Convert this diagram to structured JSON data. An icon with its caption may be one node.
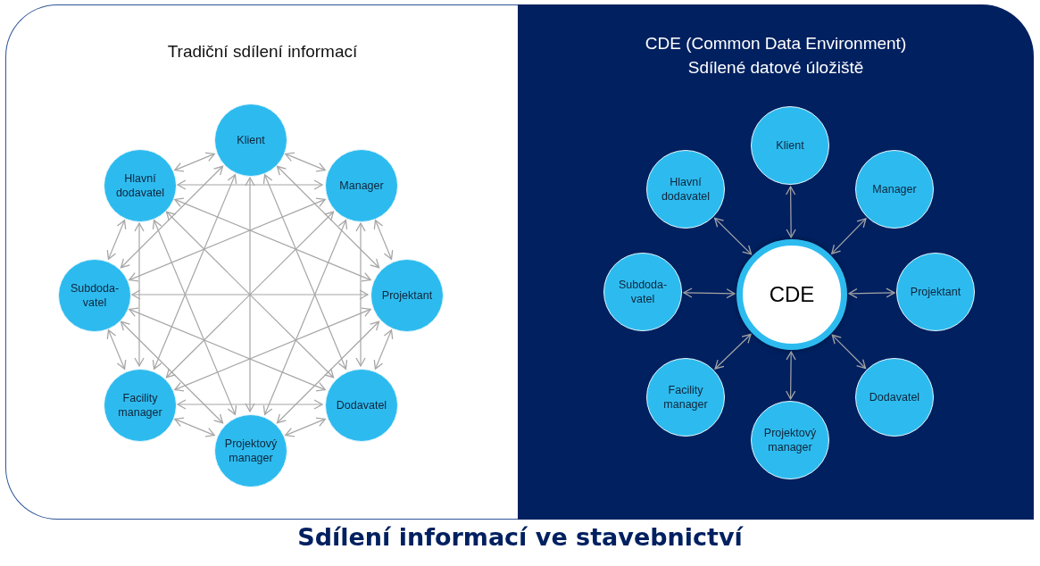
{
  "diagram": {
    "caption": "Sdílení informací ve stavebnictví",
    "nodes": [
      {
        "text": [
          "Tradiční sdílení informací"
        ]
      },
      {
        "text": [
          "Klient"
        ],
        "in": 0
      },
      {
        "text": [
          "Hlavní dodavatel"
        ],
        "in": 0
      },
      {
        "text": [
          "Manager"
        ],
        "in": 0
      },
      {
        "text": [
          "Subdoda- vatel"
        ],
        "in": 0
      },
      {
        "text": [
          "Projektant"
        ],
        "in": 0
      },
      {
        "text": [
          "Facility manager"
        ],
        "in": 0
      },
      {
        "text": [
          "Dodavatel"
        ],
        "in": 0
      },
      {
        "text": [
          "Projektový manager"
        ],
        "in": 0
      },
      {
        "text": [
          "CDE (Common Data Environment)",
          "Sdílené datové úložiště"
        ]
      },
      {
        "text": [
          "Klient"
        ],
        "in": 9
      },
      {
        "text": [
          "Hlavní dodavatel"
        ],
        "in": 9
      },
      {
        "text": [
          "Manager"
        ],
        "in": 9
      },
      {
        "text": [
          "Subdoda- vatel"
        ],
        "in": 9
      },
      {
        "text": [
          "CDE"
        ],
        "in": 9
      },
      {
        "text": [
          "Projektant"
        ],
        "in": 9
      },
      {
        "text": [
          "Facility manager"
        ],
        "in": 9
      },
      {
        "text": [
          "Dodavatel"
        ],
        "in": 9
      },
      {
        "text": [
          "Projektový manager"
        ],
        "in": 9
      }
    ],
    "edges": [
      {
        "from": 1,
        "to": 2,
        "arrow": "both"
      },
      {
        "from": 1,
        "to": 3,
        "arrow": "both"
      },
      {
        "from": 1,
        "to": 4,
        "arrow": "both"
      },
      {
        "from": 1,
        "to": 5,
        "arrow": "both"
      },
      {
        "from": 1,
        "to": 6,
        "arrow": "both"
      },
      {
        "from": 1,
        "to": 7,
        "arrow": "both"
      },
      {
        "from": 1,
        "to": 8,
        "arrow": "both"
      },
      {
        "from": 2,
        "to": 3,
        "arrow": "both"
      },
      {
        "from": 2,
        "to": 4,
        "arrow": "both"
      },
      {
        "from": 2,
        "to": 5,
        "arrow": "both"
      },
      {
        "from": 2,
        "to": 6,
        "arrow": "both"
      },
      {
        "from": 2,
        "to": 7,
        "arrow": "both"
      },
      {
        "from": 2,
        "to": 8,
        "arrow": "both"
      },
      {
        "from": 3,
        "to": 4,
        "arrow": "both"
      },
      {
        "from": 3,
        "to": 5,
        "arrow": "both"
      },
      {
        "from": 3,
        "to": 6,
        "arrow": "both"
      },
      {
        "from": 3,
        "to": 7,
        "arrow": "both"
      },
      {
        "from": 3,
        "to": 8,
        "arrow": "both"
      },
      {
        "from": 4,
        "to": 5,
        "arrow": "both"
      },
      {
        "from": 4,
        "to": 6,
        "arrow": "both"
      },
      {
        "from": 4,
        "to": 7,
        "arrow": "both"
      },
      {
        "from": 4,
        "to": 8,
        "arrow": "both"
      },
      {
        "from": 5,
        "to": 6,
        "arrow": "both"
      },
      {
        "from": 5,
        "to": 7,
        "arrow": "both"
      },
      {
        "from": 5,
        "to": 8,
        "arrow": "both"
      },
      {
        "from": 6,
        "to": 7,
        "arrow": "both"
      },
      {
        "from": 6,
        "to": 8,
        "arrow": "both"
      },
      {
        "from": 7,
        "to": 8,
        "arrow": "both"
      },
      {
        "from": 14,
        "to": 10,
        "arrow": "both"
      },
      {
        "from": 14,
        "to": 11,
        "arrow": "both"
      },
      {
        "from": 14,
        "to": 12,
        "arrow": "both"
      },
      {
        "from": 14,
        "to": 13,
        "arrow": "both"
      },
      {
        "from": 14,
        "to": 15,
        "arrow": "both"
      },
      {
        "from": 14,
        "to": 16,
        "arrow": "both"
      },
      {
        "from": 14,
        "to": 17,
        "arrow": "both"
      },
      {
        "from": 14,
        "to": 18,
        "arrow": "both"
      }
    ]
  }
}
